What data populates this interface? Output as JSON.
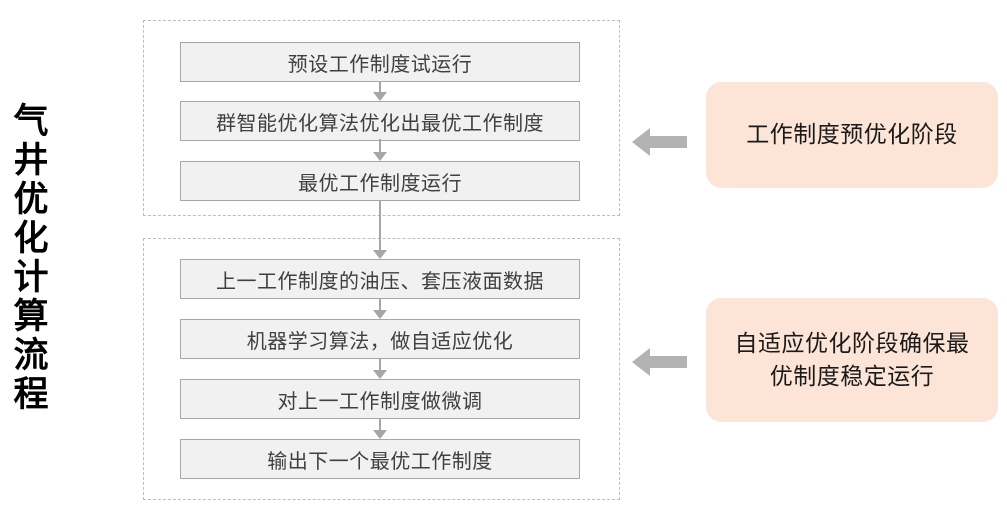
{
  "page": {
    "vertical_title": "气井优化计算流程"
  },
  "flow": {
    "stage1": {
      "steps": [
        "预设工作制度试运行",
        "群智能优化算法优化出最优工作制度",
        "最优工作制度运行"
      ],
      "callout": "工作制度预优化阶段"
    },
    "stage2": {
      "steps": [
        "上一工作制度的油压、套压液面数据",
        "机器学习算法，做自适应优化",
        "对上一工作制度做微调",
        "输出下一个最优工作制度"
      ],
      "callout": "自适应优化阶段确保最优制度稳定运行"
    }
  },
  "icons": {
    "down_connector": "arrow-down-icon",
    "left_pointer": "arrow-left-icon"
  },
  "colors": {
    "step_fill": "#f1f1f1",
    "step_border": "#a6a6a6",
    "group_dashed_border": "#bdbdbd",
    "connector_arrow": "#a6a6a6",
    "block_arrow": "#b3b3b3",
    "callout_fill": "#fce4d6",
    "step_text": "#404040",
    "callout_text": "#1a1a1a",
    "title_text": "#000000"
  }
}
